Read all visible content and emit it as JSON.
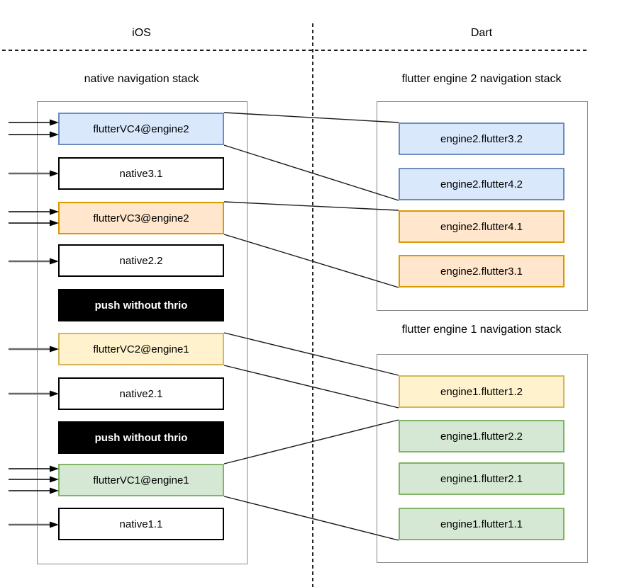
{
  "regions": {
    "left_label": "iOS",
    "right_label": "Dart"
  },
  "left_stack": {
    "title": "native navigation stack",
    "boxes": [
      {
        "label": "flutterVC4@engine2",
        "type": "blue",
        "arrows_in": 2
      },
      {
        "label": "native3.1",
        "type": "white",
        "arrows_in": 1
      },
      {
        "label": "flutterVC3@engine2",
        "type": "orange",
        "arrows_in": 2
      },
      {
        "label": "native2.2",
        "type": "white",
        "arrows_in": 1
      },
      {
        "label": "push without thrio",
        "type": "black",
        "arrows_in": 0
      },
      {
        "label": "flutterVC2@engine1",
        "type": "yellow",
        "arrows_in": 1
      },
      {
        "label": "native2.1",
        "type": "white",
        "arrows_in": 1
      },
      {
        "label": "push without thrio",
        "type": "black",
        "arrows_in": 0
      },
      {
        "label": "flutterVC1@engine1",
        "type": "green",
        "arrows_in": 3
      },
      {
        "label": "native1.1",
        "type": "white",
        "arrows_in": 1
      }
    ]
  },
  "engine2_stack": {
    "title": "flutter engine 2 navigation stack",
    "boxes": [
      {
        "label": "engine2.flutter3.2",
        "type": "blue"
      },
      {
        "label": "engine2.flutter4.2",
        "type": "blue"
      },
      {
        "label": "engine2.flutter4.1",
        "type": "orange"
      },
      {
        "label": "engine2.flutter3.1",
        "type": "orange"
      }
    ]
  },
  "engine1_stack": {
    "title": "flutter engine 1 navigation stack",
    "boxes": [
      {
        "label": "engine1.flutter1.2",
        "type": "yellow"
      },
      {
        "label": "engine1.flutter2.2",
        "type": "green"
      },
      {
        "label": "engine1.flutter2.1",
        "type": "green"
      },
      {
        "label": "engine1.flutter1.1",
        "type": "green"
      }
    ]
  },
  "connections": [
    {
      "from": "flutterVC4@engine2 top",
      "to": "engine2.flutter3.2 top"
    },
    {
      "from": "flutterVC4@engine2 bottom",
      "to": "engine2.flutter4.2 bottom"
    },
    {
      "from": "flutterVC3@engine2 top",
      "to": "engine2.flutter4.1 top"
    },
    {
      "from": "flutterVC3@engine2 bottom",
      "to": "engine2.flutter3.1 bottom"
    },
    {
      "from": "flutterVC2@engine1 top",
      "to": "engine1.flutter1.2 top"
    },
    {
      "from": "flutterVC2@engine1 bottom",
      "to": "engine1.flutter1.2 bottom"
    },
    {
      "from": "flutterVC1@engine1 top",
      "to": "engine1.flutter2.2 top"
    },
    {
      "from": "flutterVC1@engine1 bottom",
      "to": "engine1.flutter1.1 bottom"
    }
  ],
  "palette": {
    "blue_fill": "#dae8fc",
    "blue_stroke": "#6c8ebf",
    "orange_fill": "#ffe6cc",
    "orange_stroke": "#d79b00",
    "yellow_fill": "#fff2cc",
    "yellow_stroke": "#d6b656",
    "green_fill": "#d5e8d4",
    "green_stroke": "#82b366",
    "black_fill": "#000000",
    "container_stroke": "#888888",
    "push_arrow_black": "#000000",
    "push_arrow_gray": "#666666"
  }
}
